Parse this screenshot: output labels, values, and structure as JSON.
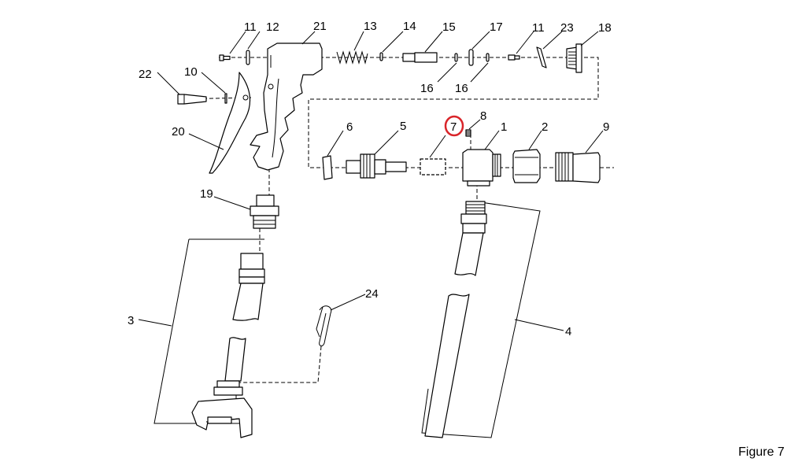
{
  "figure": {
    "caption": "Figure 7",
    "highlight_color": "#d9252a",
    "highlighted_callout": "7"
  },
  "callouts": {
    "c1": "1",
    "c2": "2",
    "c3": "3",
    "c4": "4",
    "c5": "5",
    "c6": "6",
    "c7": "7",
    "c8": "8",
    "c9": "9",
    "c10": "10",
    "c11a": "11",
    "c11b": "11",
    "c12": "12",
    "c13": "13",
    "c14": "14",
    "c15": "15",
    "c16a": "16",
    "c16b": "16",
    "c17": "17",
    "c18": "18",
    "c19": "19",
    "c20": "20",
    "c21": "21",
    "c22": "22",
    "c23": "23",
    "c24": "24"
  }
}
